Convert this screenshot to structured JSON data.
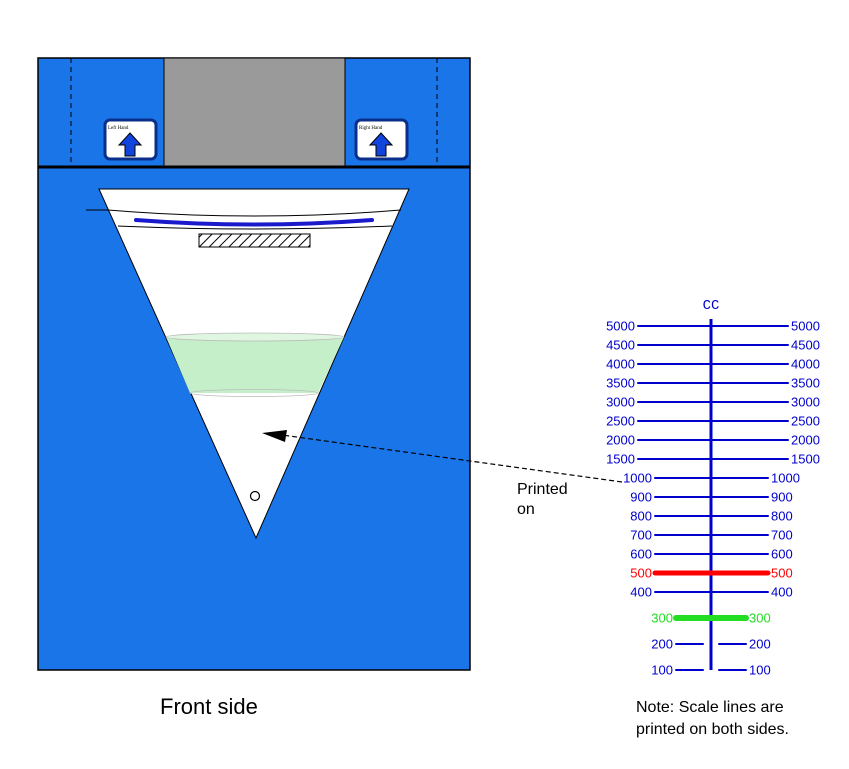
{
  "front_caption": "Front side",
  "printed_on": "Printed on",
  "note": "Note: Scale lines are printed on both sides.",
  "handles": {
    "left": "Left Hand",
    "right": "Right Hand"
  },
  "colors": {
    "bag_blue": "#1a75e8",
    "window_grey": "#9a9a9a",
    "fill_green": "#c4efc9",
    "scale_blue": "#0000cc",
    "highlight_red": "#ff0000",
    "highlight_green": "#22dd22"
  },
  "scale": {
    "unit": "cc",
    "upper_ticks": [
      "5000",
      "4500",
      "4000",
      "3500",
      "3000",
      "2500",
      "2000",
      "1500"
    ],
    "lower_ticks": [
      "1000",
      "900",
      "800",
      "700",
      "600",
      "500",
      "400",
      "300",
      "200",
      "100"
    ],
    "red_mark": "500",
    "green_mark": "300"
  }
}
